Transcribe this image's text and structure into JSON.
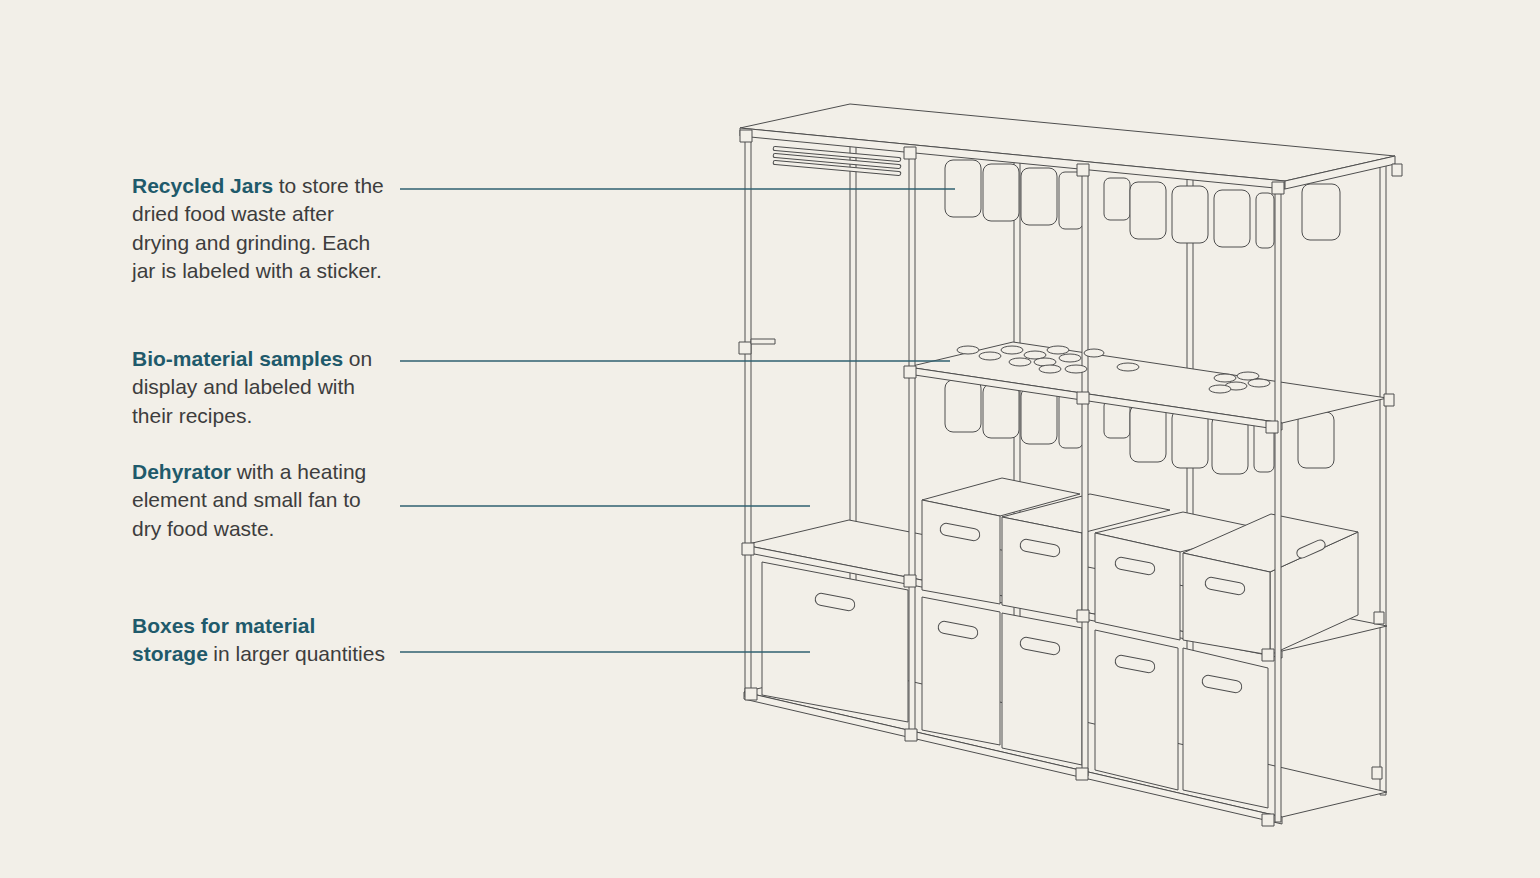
{
  "diagram": {
    "labels": [
      "Recycled Jars",
      "to store the dried food waste after drying and grinding. Each jar is labeled with a sticker.",
      "Bio-material samples",
      "on display and labeled with their recipes.",
      "Dehyrator",
      "with a heating element and small fan to dry food waste.",
      "Boxes for material storage",
      "in larger quantities"
    ]
  }
}
